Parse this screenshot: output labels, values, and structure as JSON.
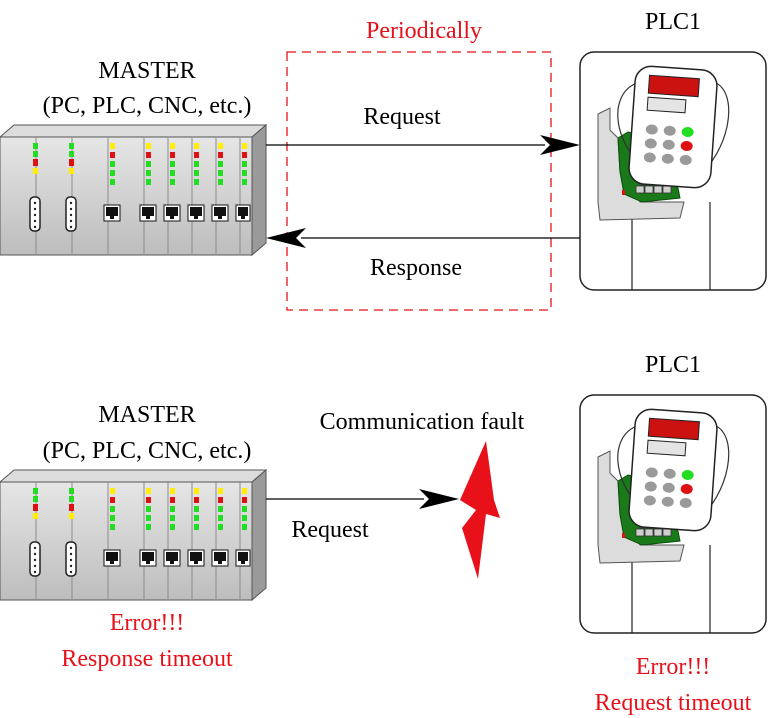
{
  "top": {
    "master_title": "MASTER",
    "master_subtitle": "(PC, PLC, CNC, etc.)",
    "periodically": "Periodically",
    "request": "Request",
    "response": "Response",
    "plc_title": "PLC1"
  },
  "bottom": {
    "master_title": "MASTER",
    "master_subtitle": "(PC, PLC, CNC, etc.)",
    "request": "Request",
    "fault": "Communication fault",
    "plc_title": "PLC1",
    "master_error": "Error!!!",
    "master_error_detail": "Response timeout",
    "plc_error": "Error!!!",
    "plc_error_detail": "Request timeout"
  },
  "colors": {
    "accent_red": "#e8111a",
    "rack_grey": "#c8c8c8",
    "circuit_green": "#1a7a1a",
    "led_green": "#22dd22",
    "led_yellow": "#ffee00",
    "led_red": "#dd1111"
  }
}
